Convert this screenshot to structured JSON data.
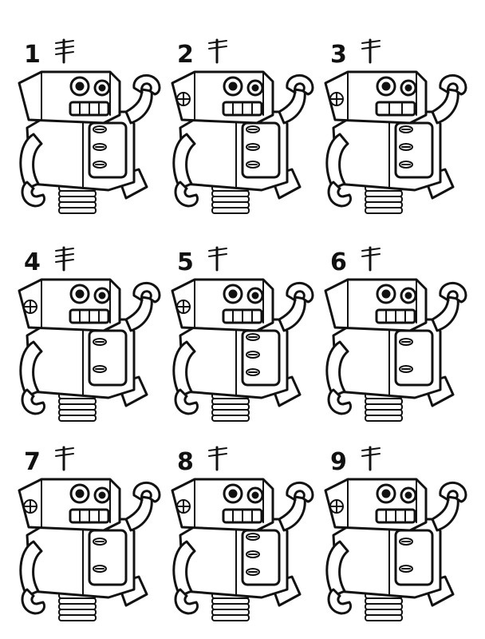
{
  "robots": [
    {
      "number": "1",
      "features": {
        "left_bolt": false,
        "antenna_lines": 3,
        "body_buttons": 3,
        "mouth_teeth": 4
      }
    },
    {
      "number": "2",
      "features": {
        "left_bolt": true,
        "antenna_lines": 2,
        "body_buttons": 3,
        "mouth_teeth": 4
      }
    },
    {
      "number": "3",
      "features": {
        "left_bolt": true,
        "antenna_lines": 2,
        "body_buttons": 3,
        "mouth_teeth": 3
      }
    },
    {
      "number": "4",
      "features": {
        "left_bolt": true,
        "antenna_lines": 3,
        "body_buttons": 2,
        "mouth_teeth": 4
      }
    },
    {
      "number": "5",
      "features": {
        "left_bolt": true,
        "antenna_lines": 2,
        "body_buttons": 3,
        "mouth_teeth": 4
      }
    },
    {
      "number": "6",
      "features": {
        "left_bolt": false,
        "antenna_lines": 2,
        "body_buttons": 2,
        "mouth_teeth": 4
      }
    },
    {
      "number": "7",
      "features": {
        "left_bolt": true,
        "antenna_lines": 2,
        "body_buttons": 2,
        "mouth_teeth": 4
      }
    },
    {
      "number": "8",
      "features": {
        "left_bolt": true,
        "antenna_lines": 2,
        "body_buttons": 3,
        "mouth_teeth": 4
      }
    },
    {
      "number": "9",
      "features": {
        "left_bolt": true,
        "antenna_lines": 2,
        "body_buttons": 2,
        "mouth_teeth": 4
      }
    }
  ]
}
